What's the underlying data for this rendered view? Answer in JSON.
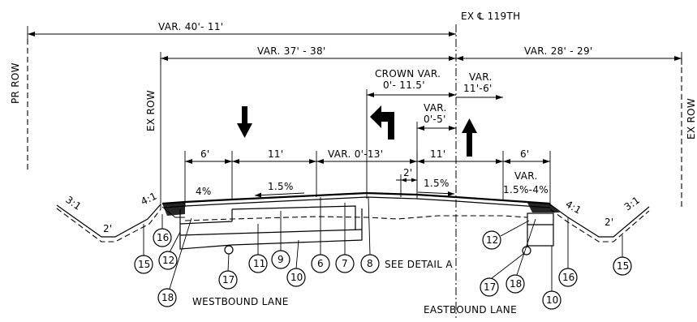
{
  "labels": {
    "centerline": "EX ℄ 119TH",
    "pr_row": "PR ROW",
    "ex_row_left": "EX ROW",
    "ex_row_right": "EX ROW",
    "dim_overall_left": "VAR. 40'- 11'",
    "dim_left_row": "VAR. 37' - 38'",
    "dim_right_row": "VAR. 28' - 29'",
    "crown_title": "CROWN VAR.",
    "crown_value": "0'- 11.5'",
    "var_05_title": "VAR.",
    "var_05_value": "0'-5'",
    "var_116_title": "VAR.",
    "var_116_value": "11'-6'",
    "dim_6_left": "6'",
    "dim_11_left": "11'",
    "dim_var_013": "VAR. 0'-13'",
    "dim_2": "2'",
    "dim_11_right": "11'",
    "dim_6_right": "6'",
    "var_right_title": "VAR.",
    "slope_left_shoulder": "4%",
    "slope_left_lane": "1.5%",
    "slope_right_lane": "1.5%",
    "slope_right_shoulder": "1.5%-4%",
    "slope_31_left": "3:1",
    "slope_41_left": "4:1",
    "slope_41_right": "4:1",
    "slope_31_right": "3:1",
    "ditch_2_left": "2'",
    "ditch_2_right": "2'",
    "see_detail": "SEE DETAIL A",
    "westbound_lane": "WESTBOUND LANE",
    "eastbound_lane": "EASTBOUND LANE"
  },
  "callouts": {
    "c15_left": "15",
    "c16_left": "16",
    "c12_left": "12",
    "c18_left": "18",
    "c17_left": "17",
    "c11": "11",
    "c9": "9",
    "c10_left": "10",
    "c6": "6",
    "c7": "7",
    "c8": "8",
    "c12_right": "12",
    "c17_right": "17",
    "c18_right": "18",
    "c10_right": "10",
    "c16_right": "16",
    "c15_right": "15"
  },
  "icons": {
    "down_arrow": "down-arrow-icon",
    "left_turn_arrow": "left-turn-arrow-icon",
    "up_arrow": "up-arrow-icon"
  }
}
